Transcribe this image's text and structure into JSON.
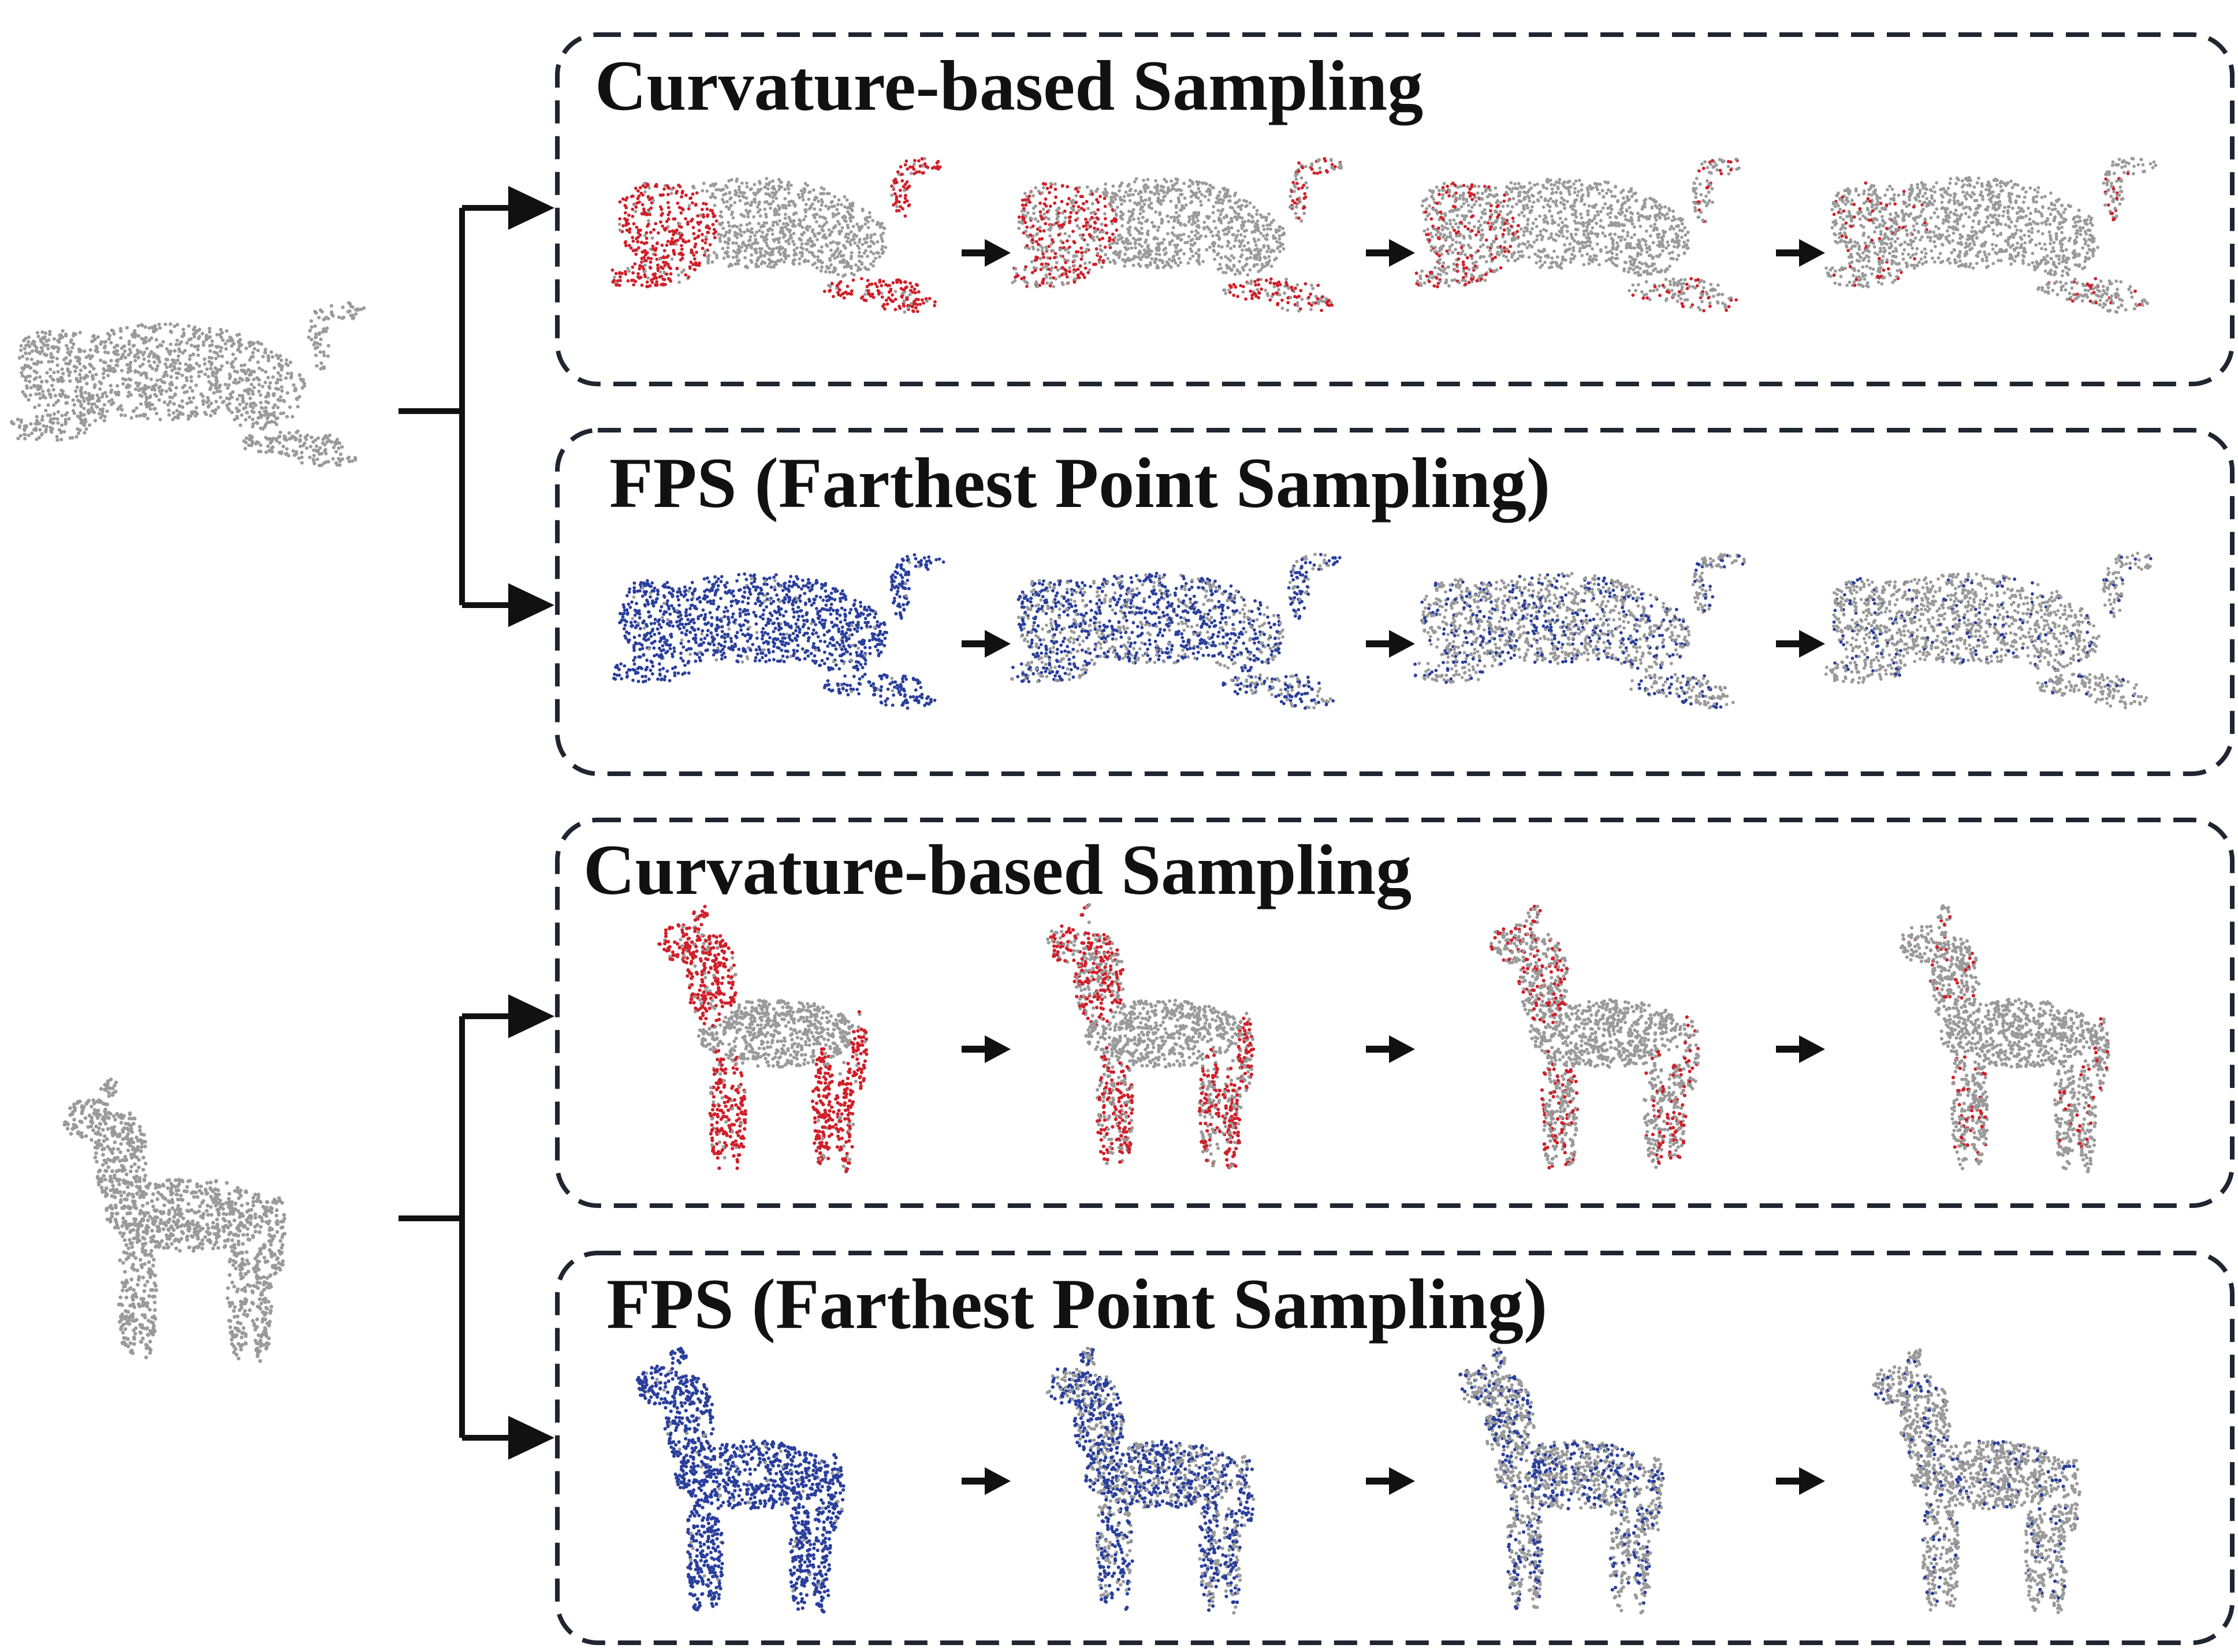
{
  "colors": {
    "base_points": "#9a9a9a",
    "curvature_highlight": "#d0202a",
    "fps_highlight": "#2a3f9c",
    "lines": "#111111",
    "panel_border": "#1f2630"
  },
  "shapes": [
    {
      "model": "leopard-icon",
      "panels": [
        {
          "method": "curvature",
          "title": "Curvature-based Sampling",
          "stage_highlight_fraction": [
            0.55,
            0.35,
            0.18,
            0.08
          ]
        },
        {
          "method": "fps",
          "title": "FPS (Farthest Point Sampling)",
          "stage_highlight_fraction": [
            0.95,
            0.6,
            0.3,
            0.12
          ]
        }
      ]
    },
    {
      "model": "horse-icon",
      "panels": [
        {
          "method": "curvature",
          "title": "Curvature-based Sampling",
          "stage_highlight_fraction": [
            0.55,
            0.35,
            0.18,
            0.08
          ]
        },
        {
          "method": "fps",
          "title": "FPS (Farthest Point Sampling)",
          "stage_highlight_fraction": [
            0.95,
            0.6,
            0.3,
            0.12
          ]
        }
      ]
    }
  ]
}
